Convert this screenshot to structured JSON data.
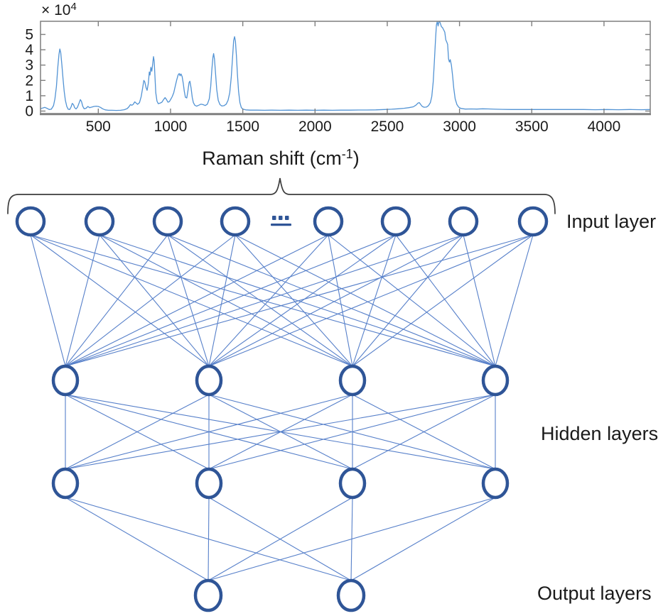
{
  "chart_data": {
    "type": "line",
    "title": "",
    "xlabel": "Raman shift (cm⁻¹)",
    "xlabel_parts": {
      "prefix": "Raman shift (cm",
      "sup": "-1",
      "suffix": ")"
    },
    "ylabel": "",
    "y_multiplier_parts": {
      "base": "× 10",
      "exp": "4"
    },
    "x_ticks": [
      500,
      1000,
      1500,
      2000,
      2500,
      3000,
      3500,
      4000
    ],
    "y_ticks": [
      0,
      1,
      2,
      3,
      4,
      5
    ],
    "xlim": [
      100,
      4320
    ],
    "ylim": [
      0,
      5.85
    ],
    "grid": false,
    "legend": null,
    "line_color": "#5293D4",
    "axis_color": "#7f7f7f",
    "tick_label_color": "#1a1a1a",
    "points": [
      [
        100,
        0.15
      ],
      [
        115,
        0.2
      ],
      [
        130,
        0.24
      ],
      [
        145,
        0.18
      ],
      [
        160,
        0.1
      ],
      [
        175,
        0.12
      ],
      [
        190,
        0.35
      ],
      [
        200,
        0.8
      ],
      [
        210,
        1.6
      ],
      [
        220,
        2.9
      ],
      [
        228,
        3.7
      ],
      [
        234,
        4.05
      ],
      [
        240,
        3.8
      ],
      [
        248,
        3.0
      ],
      [
        256,
        2.1
      ],
      [
        264,
        1.3
      ],
      [
        272,
        0.7
      ],
      [
        282,
        0.3
      ],
      [
        292,
        0.12
      ],
      [
        302,
        0.1
      ],
      [
        312,
        0.28
      ],
      [
        320,
        0.5
      ],
      [
        328,
        0.42
      ],
      [
        336,
        0.22
      ],
      [
        346,
        0.14
      ],
      [
        356,
        0.25
      ],
      [
        366,
        0.5
      ],
      [
        376,
        0.75
      ],
      [
        384,
        0.62
      ],
      [
        392,
        0.32
      ],
      [
        402,
        0.15
      ],
      [
        415,
        0.18
      ],
      [
        428,
        0.3
      ],
      [
        440,
        0.22
      ],
      [
        455,
        0.26
      ],
      [
        470,
        0.3
      ],
      [
        485,
        0.32
      ],
      [
        500,
        0.3
      ],
      [
        515,
        0.24
      ],
      [
        530,
        0.15
      ],
      [
        548,
        0.08
      ],
      [
        570,
        0.05
      ],
      [
        595,
        0.05
      ],
      [
        625,
        0.04
      ],
      [
        655,
        0.05
      ],
      [
        680,
        0.09
      ],
      [
        700,
        0.16
      ],
      [
        712,
        0.28
      ],
      [
        722,
        0.42
      ],
      [
        732,
        0.38
      ],
      [
        742,
        0.44
      ],
      [
        752,
        0.6
      ],
      [
        762,
        0.52
      ],
      [
        772,
        0.44
      ],
      [
        785,
        0.55
      ],
      [
        797,
        0.95
      ],
      [
        807,
        1.5
      ],
      [
        815,
        2.0
      ],
      [
        822,
        1.9
      ],
      [
        830,
        1.55
      ],
      [
        838,
        1.35
      ],
      [
        846,
        1.8
      ],
      [
        853,
        2.55
      ],
      [
        858,
        2.35
      ],
      [
        864,
        2.85
      ],
      [
        870,
        2.6
      ],
      [
        876,
        3.05
      ],
      [
        882,
        3.55
      ],
      [
        887,
        3.25
      ],
      [
        892,
        2.3
      ],
      [
        898,
        1.2
      ],
      [
        906,
        0.65
      ],
      [
        915,
        0.48
      ],
      [
        928,
        0.52
      ],
      [
        940,
        0.58
      ],
      [
        952,
        0.75
      ],
      [
        962,
        0.88
      ],
      [
        972,
        0.75
      ],
      [
        982,
        0.58
      ],
      [
        992,
        0.62
      ],
      [
        1002,
        0.78
      ],
      [
        1012,
        0.95
      ],
      [
        1022,
        1.2
      ],
      [
        1032,
        1.6
      ],
      [
        1042,
        2.0
      ],
      [
        1052,
        2.35
      ],
      [
        1060,
        2.45
      ],
      [
        1066,
        2.3
      ],
      [
        1072,
        2.42
      ],
      [
        1080,
        2.25
      ],
      [
        1088,
        1.8
      ],
      [
        1095,
        1.3
      ],
      [
        1103,
        0.9
      ],
      [
        1112,
        0.85
      ],
      [
        1120,
        1.3
      ],
      [
        1128,
        1.85
      ],
      [
        1134,
        1.95
      ],
      [
        1142,
        1.5
      ],
      [
        1150,
        0.9
      ],
      [
        1158,
        0.55
      ],
      [
        1168,
        0.38
      ],
      [
        1180,
        0.32
      ],
      [
        1195,
        0.38
      ],
      [
        1210,
        0.45
      ],
      [
        1225,
        0.42
      ],
      [
        1240,
        0.36
      ],
      [
        1255,
        0.45
      ],
      [
        1268,
        0.8
      ],
      [
        1278,
        1.6
      ],
      [
        1286,
        2.7
      ],
      [
        1293,
        3.5
      ],
      [
        1298,
        3.75
      ],
      [
        1304,
        3.4
      ],
      [
        1312,
        2.4
      ],
      [
        1320,
        1.4
      ],
      [
        1330,
        0.7
      ],
      [
        1342,
        0.42
      ],
      [
        1355,
        0.33
      ],
      [
        1370,
        0.35
      ],
      [
        1385,
        0.45
      ],
      [
        1398,
        0.7
      ],
      [
        1410,
        1.2
      ],
      [
        1420,
        2.2
      ],
      [
        1430,
        3.6
      ],
      [
        1437,
        4.6
      ],
      [
        1443,
        4.85
      ],
      [
        1449,
        4.55
      ],
      [
        1456,
        3.6
      ],
      [
        1463,
        2.4
      ],
      [
        1471,
        1.3
      ],
      [
        1480,
        0.55
      ],
      [
        1490,
        0.22
      ],
      [
        1502,
        0.12
      ],
      [
        1520,
        0.08
      ],
      [
        1550,
        0.06
      ],
      [
        1600,
        0.06
      ],
      [
        1650,
        0.05
      ],
      [
        1700,
        0.06
      ],
      [
        1760,
        0.05
      ],
      [
        1820,
        0.06
      ],
      [
        1880,
        0.05
      ],
      [
        1940,
        0.06
      ],
      [
        2000,
        0.05
      ],
      [
        2060,
        0.06
      ],
      [
        2120,
        0.05
      ],
      [
        2180,
        0.06
      ],
      [
        2240,
        0.06
      ],
      [
        2300,
        0.07
      ],
      [
        2360,
        0.07
      ],
      [
        2420,
        0.08
      ],
      [
        2480,
        0.1
      ],
      [
        2530,
        0.12
      ],
      [
        2575,
        0.15
      ],
      [
        2615,
        0.18
      ],
      [
        2650,
        0.22
      ],
      [
        2680,
        0.28
      ],
      [
        2700,
        0.4
      ],
      [
        2712,
        0.52
      ],
      [
        2722,
        0.55
      ],
      [
        2732,
        0.42
      ],
      [
        2742,
        0.3
      ],
      [
        2755,
        0.25
      ],
      [
        2770,
        0.26
      ],
      [
        2785,
        0.35
      ],
      [
        2798,
        0.55
      ],
      [
        2808,
        0.95
      ],
      [
        2818,
        1.9
      ],
      [
        2826,
        3.2
      ],
      [
        2834,
        4.7
      ],
      [
        2840,
        5.6
      ],
      [
        2846,
        5.84
      ],
      [
        2852,
        5.55
      ],
      [
        2857,
        5.8
      ],
      [
        2862,
        5.84
      ],
      [
        2868,
        5.7
      ],
      [
        2875,
        5.5
      ],
      [
        2882,
        5.45
      ],
      [
        2890,
        5.3
      ],
      [
        2898,
        5.15
      ],
      [
        2905,
        4.65
      ],
      [
        2912,
        4.5
      ],
      [
        2918,
        4.35
      ],
      [
        2924,
        3.4
      ],
      [
        2930,
        3.2
      ],
      [
        2936,
        3.35
      ],
      [
        2944,
        3.0
      ],
      [
        2952,
        2.3
      ],
      [
        2960,
        1.5
      ],
      [
        2970,
        0.8
      ],
      [
        2982,
        0.42
      ],
      [
        2995,
        0.25
      ],
      [
        3010,
        0.17
      ],
      [
        3040,
        0.13
      ],
      [
        3080,
        0.14
      ],
      [
        3120,
        0.13
      ],
      [
        3160,
        0.15
      ],
      [
        3200,
        0.14
      ],
      [
        3250,
        0.12
      ],
      [
        3300,
        0.11
      ],
      [
        3360,
        0.1
      ],
      [
        3420,
        0.1
      ],
      [
        3480,
        0.1
      ],
      [
        3550,
        0.1
      ],
      [
        3620,
        0.1
      ],
      [
        3700,
        0.1
      ],
      [
        3780,
        0.1
      ],
      [
        3860,
        0.1
      ],
      [
        3940,
        0.09
      ],
      [
        4020,
        0.1
      ],
      [
        4100,
        0.09
      ],
      [
        4180,
        0.1
      ],
      [
        4260,
        0.09
      ],
      [
        4320,
        0.1
      ]
    ]
  },
  "network": {
    "colors": {
      "node_stroke": "#2F5597",
      "edge": "#4472C4",
      "brace": "#3d3d3d"
    },
    "ellipsis": "...",
    "layers": {
      "input": {
        "label": "Input layer",
        "node_count": 8,
        "ellipsis_between": true
      },
      "hidden": {
        "label": "Hidden layers",
        "rows": 2,
        "nodes_per_row": 4
      },
      "output": {
        "label": "Output layers",
        "node_count": 2
      }
    }
  }
}
